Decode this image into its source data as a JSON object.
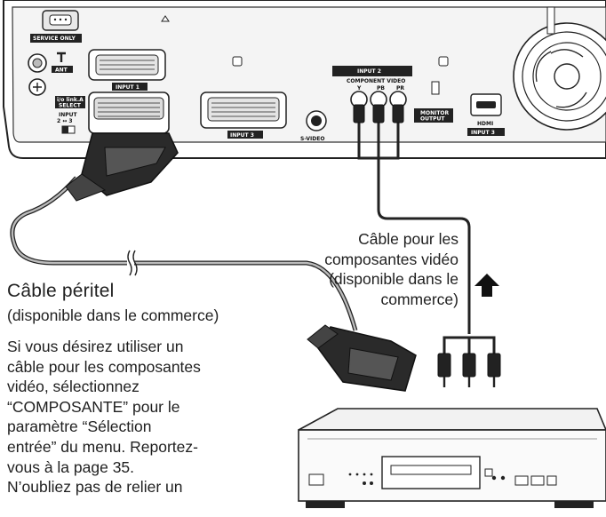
{
  "panel": {
    "service_only": "SERVICE ONLY",
    "ant": "ANT",
    "input1": "INPUT 1",
    "input2": "INPUT 2",
    "input3": "INPUT 3",
    "input3_hdmi": "INPUT 3",
    "component_video": "COMPONENT VIDEO",
    "ypbpr": [
      "Y",
      "PB",
      "PR"
    ],
    "monitor_output_line1": "MONITOR",
    "monitor_output_line2": "OUTPUT",
    "hdmi": "HDMI",
    "svideo": "S-VIDEO",
    "select_line1": "i/o link.A",
    "select_line2": "SELECT",
    "input_switch_line1": "INPUT",
    "input_switch_line2": "2 ↔ 3"
  },
  "labels": {
    "scart_cable_title": "Câble péritel",
    "scart_cable_sub": "(disponible dans le commerce)",
    "component_cable_lines": [
      "Câble pour les",
      "composantes vidéo",
      "(disponible dans le",
      "commerce)"
    ]
  },
  "note_lines": [
    "Si vous désirez utiliser un",
    "câble pour les composantes",
    "vidéo, sélectionnez",
    "“COMPOSANTE” pour le",
    "paramètre “Sélection",
    "entrée” du menu. Reportez-",
    "vous à la page 35.",
    "N’oubliez pas de relier un"
  ],
  "icons": [
    "arrow-up-icon",
    "break-mark-icon",
    "fan-grille-icon",
    "ground-icon"
  ]
}
